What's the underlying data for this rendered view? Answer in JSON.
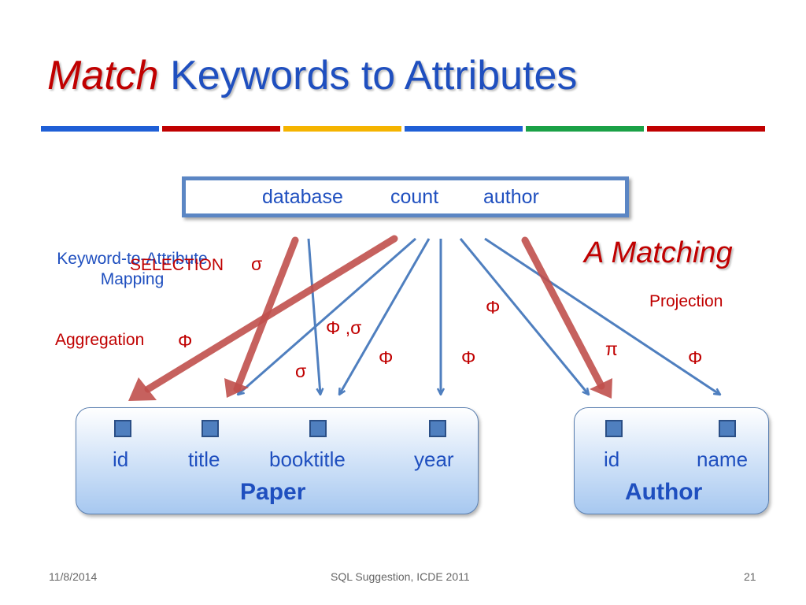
{
  "title": {
    "emphasis": "Match",
    "rest": "Keywords to Attributes"
  },
  "divider_colors": [
    "#1f5fd6",
    "#c00000",
    "#f5b400",
    "#1f5fd6",
    "#1aa146",
    "#c00000"
  ],
  "query": {
    "keywords": [
      "database",
      "count",
      "author"
    ]
  },
  "labels": {
    "mapping_line1": "Keyword-to-Attribute",
    "mapping_line2": "Mapping",
    "selection": "SELECTION",
    "aggregation": "Aggregation",
    "projection": "Projection",
    "a_matching": "A Matching"
  },
  "symbols": {
    "sigma_selection": "σ",
    "phi_aggregation": "Φ",
    "phi_sigma": "Φ ,σ",
    "sigma_low": "σ",
    "phi_mid1": "Φ",
    "phi_mid2": "Φ",
    "phi_upper": "Φ",
    "pi": "π",
    "phi_right": "Φ"
  },
  "tables": [
    {
      "name": "Paper",
      "attributes": [
        "id",
        "title",
        "booktitle",
        "year"
      ]
    },
    {
      "name": "Author",
      "attributes": [
        "id",
        "name"
      ]
    }
  ],
  "footer": {
    "date": "11/8/2014",
    "center": "SQL Suggestion, ICDE 2011",
    "page": "21"
  }
}
